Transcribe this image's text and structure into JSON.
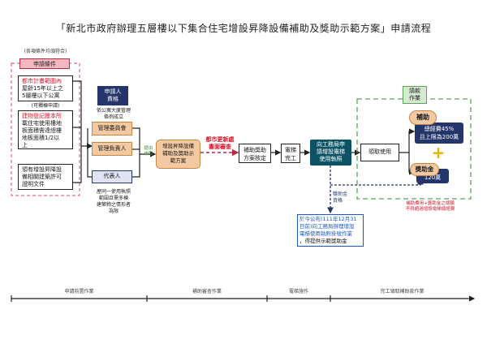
{
  "title": "「新北市政府辦理五層樓以下集合住宅增設昇降設備補助及獎助示範方案」申請流程",
  "conditions": {
    "note": "(各項條件均須符合)",
    "tag": "申請條件",
    "item1_line1": "都市計畫範圍內",
    "item1_line2": "屋齡15年以上之",
    "item1_line3": "5層樓以下公寓",
    "item1_note": "(可獨棟申請)",
    "item2_line1": "建物登記謄本所",
    "item2_line2": "載住宅使用樓地",
    "item2_line3": "板面積需達總樓",
    "item2_line4": "地板面積1/2以",
    "item2_line5": "上",
    "item3_line1": "領有增設昇降設",
    "item3_line2": "備相關建築許可",
    "item3_line3": "證明文件"
  },
  "applicant": {
    "tag_line1": "申請人",
    "tag_line2": "資格",
    "note_line1": "依公寓大廈管理",
    "note_line2": "條例成立",
    "committee": "管理委員會",
    "manager": "管理負責人",
    "representative": "代表人",
    "rep_note_line1": "屋同一使用執照",
    "rep_note_line2": "範圍且需多棟",
    "rep_note_line3": "建築物之情形者",
    "rep_note_line4": "為限",
    "submit_line1": "提出",
    "submit_line2": "申請"
  },
  "plan": {
    "line1": "增設昇降設備",
    "line2": "補助及獎助示",
    "line3": "範方案",
    "review_line1": "都市更新處",
    "review_line2": "書面審查"
  },
  "approval": {
    "line1": "補助獎助",
    "line2": "方案核定"
  },
  "elevator": {
    "line1": "電梯",
    "line2": "完工"
  },
  "permit": {
    "line1": "向工務局申",
    "line2": "請增設電梯",
    "line3": "使用執照"
  },
  "receive": "領取使用",
  "funds": {
    "tag_line1": "請款",
    "tag_line2": "作業",
    "subsidy_label": "補助",
    "subsidy_line1": "總經費45%",
    "subsidy_line2": "且上限為200萬",
    "plus": "+",
    "award_label": "獎助金",
    "award_amount": "120萬",
    "note_line1": "補助費用+獎助金之總額",
    "note_line2": "不得超過增設電梯總經費"
  },
  "qualify": {
    "line1": "獎助金",
    "line2": "資格"
  },
  "deadline": {
    "line1": "於今公布(111年12月31",
    "line2": "日前)向工務局辦理增設",
    "line3": "電梯使用執照掛號作業",
    "line4": "，得提供示範獎助金"
  },
  "stages": [
    "申請前置作業",
    "補助審查作業",
    "電梯施作",
    "完工領取補助款作業"
  ],
  "colors": {
    "red": "#d8142b",
    "navy": "#24356b",
    "teal": "#0c5465",
    "gold": "#f2c9a2",
    "green": "#5fa05a"
  }
}
